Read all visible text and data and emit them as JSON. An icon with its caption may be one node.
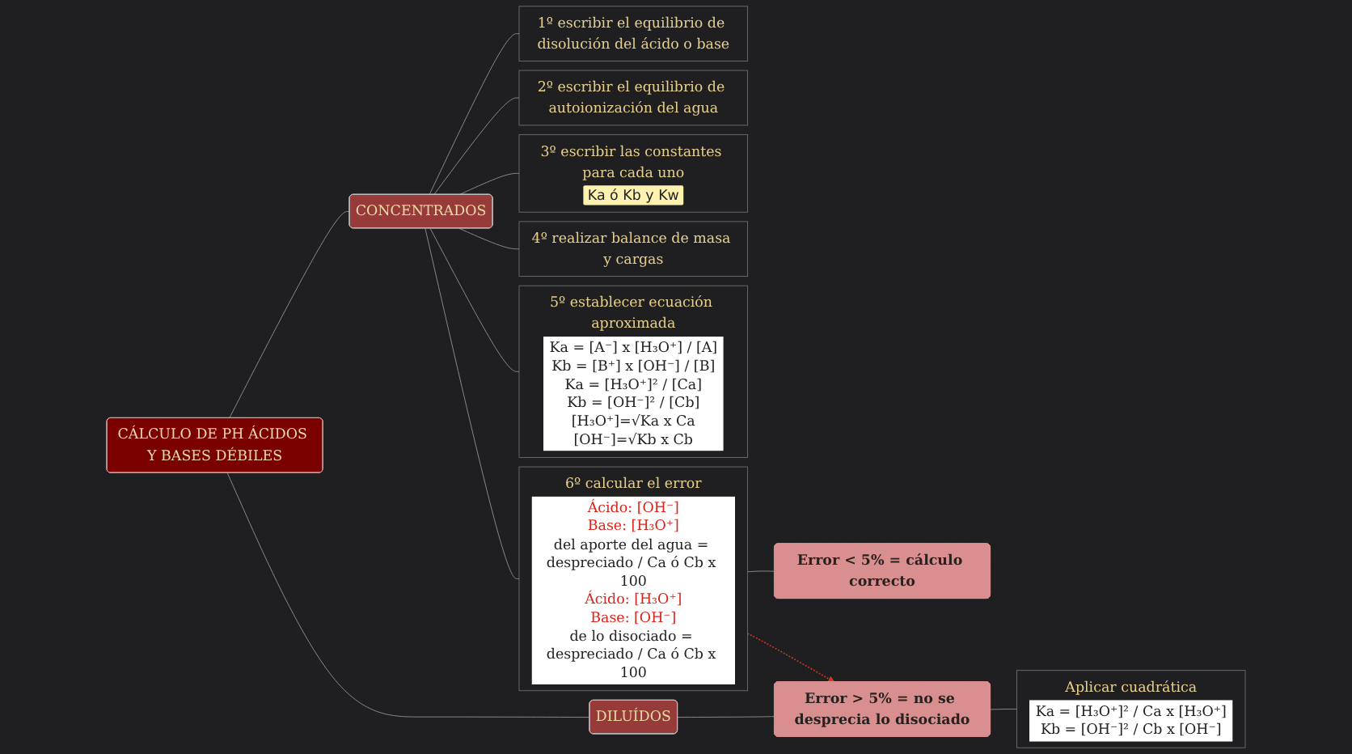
{
  "diagram": {
    "nodes": [
      {
        "text": [
          "CÁLCULO DE PH ÁCIDOS Y BASES DÉBILES"
        ]
      },
      {
        "text": [
          "CONCENTRADOS"
        ]
      },
      {
        "text": [
          "1º escribir el equilibrio de disolución del ácido o base"
        ]
      },
      {
        "text": [
          "2º escribir el equilibrio de autoionización del agua"
        ]
      },
      {
        "text": [
          "3º escribir las constantes para cada uno",
          "Ka ó Kb y Kw"
        ]
      },
      {
        "text": [
          "4º realizar balance de masa y cargas"
        ]
      },
      {
        "text": [
          "5º establecer ecuación aproximada",
          "Ka = [A⁻] x [H₃O⁺] / [A]",
          "Kb = [B⁺] x [OH⁻] / [B]",
          "Ka = [H₃O⁺]² / [Ca]",
          "Kb = [OH⁻]² / [Cb]",
          "[H₃O⁺]=√Ka x Ca",
          "[OH⁻]=√Kb x Cb"
        ]
      },
      {
        "text": [
          "6º calcular el error",
          "Ácido: [OH⁻]",
          "Base: [H₃O⁺]",
          "del aporte del agua = despreciado / Ca ó Cb x 100",
          "Ácido: [H₃O⁺]",
          "Base: [OH⁻]",
          "de lo disociado = despreciado / Ca ó Cb x 100"
        ]
      },
      {
        "text": [
          "Error < 5% = cálculo correcto"
        ]
      },
      {
        "text": [
          "DILUÍDOS"
        ]
      },
      {
        "text": [
          "Error > 5% = no se desprecia lo disociado"
        ]
      },
      {
        "text": [
          "Aplicar cuadrática",
          "Ka = [H₃O⁺]² / Ca x [H₃O⁺]",
          "Kb = [OH⁻]² / Cb x [OH⁻]"
        ]
      }
    ],
    "edges": [
      {
        "from": 0,
        "to": 1,
        "arrow": "none"
      },
      {
        "from": 0,
        "to": 9,
        "arrow": "none"
      },
      {
        "from": 1,
        "to": 2,
        "arrow": "none"
      },
      {
        "from": 1,
        "to": 3,
        "arrow": "none"
      },
      {
        "from": 1,
        "to": 4,
        "arrow": "none"
      },
      {
        "from": 1,
        "to": 5,
        "arrow": "none"
      },
      {
        "from": 1,
        "to": 6,
        "arrow": "none"
      },
      {
        "from": 1,
        "to": 7,
        "arrow": "none"
      },
      {
        "from": 7,
        "to": 8,
        "arrow": "none"
      },
      {
        "from": 9,
        "to": 10,
        "arrow": "none"
      },
      {
        "from": 7,
        "to": 10,
        "arrow": "to",
        "style": "dashed",
        "color": "#d9381e"
      },
      {
        "from": 10,
        "to": 11,
        "arrow": "none"
      }
    ]
  }
}
